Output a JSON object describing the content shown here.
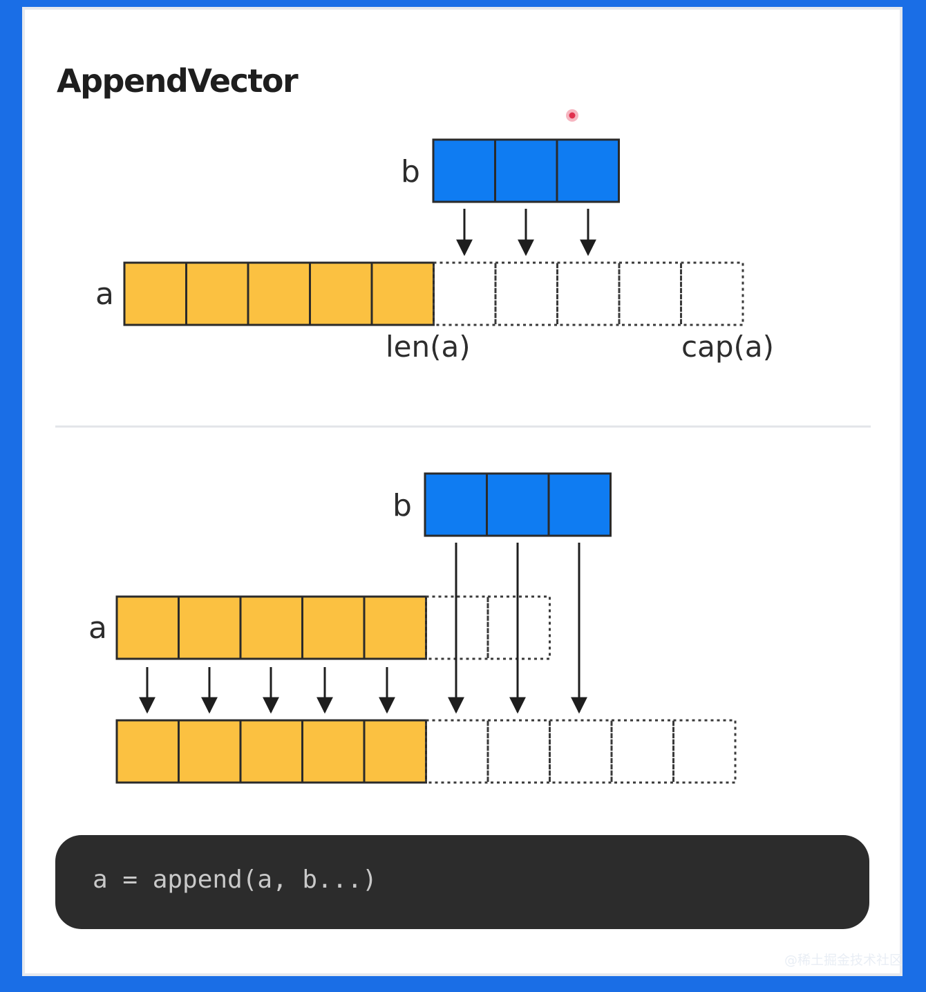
{
  "title": "AppendVector",
  "colors": {
    "background_frame": "#1a6ee6",
    "a_cell": "#fbc141",
    "b_cell": "#0f7cf2",
    "outline": "#2a2a2a",
    "code_bg": "#2c2c2c",
    "code_text": "#c9c9c9",
    "cursor_dot": "#e0304e"
  },
  "top_section": {
    "b_label": "b",
    "a_label": "a",
    "b_cells": 3,
    "a_filled_cells": 5,
    "a_spare_cells": 5,
    "len_label": "len(a)",
    "cap_label": "cap(a)"
  },
  "bottom_section": {
    "b_label": "b",
    "a_label": "a",
    "b_cells": 3,
    "a_filled_cells": 5,
    "a_spare_cells": 2,
    "new_filled_cells": 5,
    "new_spare_cells": 5
  },
  "code": "a = append(a, b...)",
  "watermark": "@稀土掘金技术社区"
}
